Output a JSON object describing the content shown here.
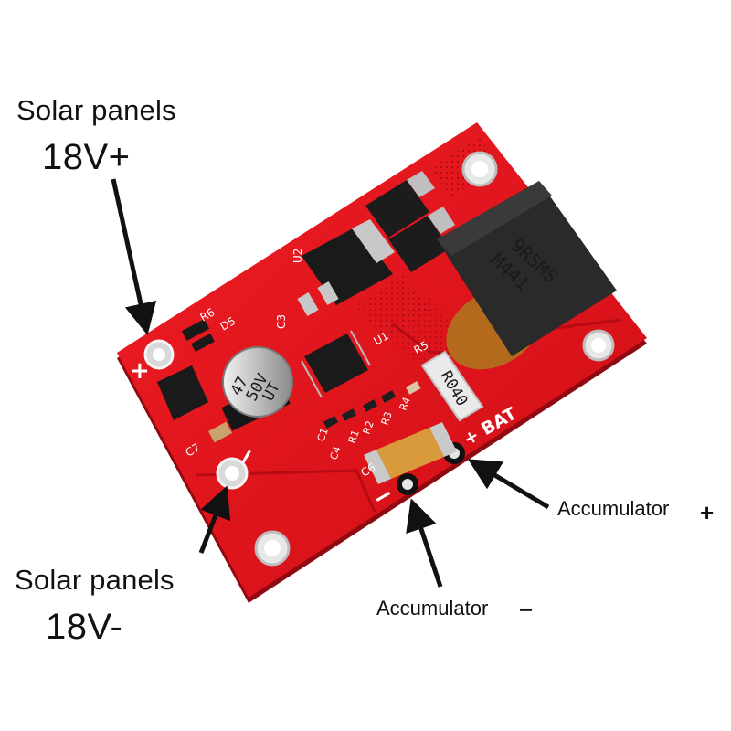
{
  "annotations": {
    "solar_plus_title": "Solar panels",
    "solar_plus_voltage": "18V+",
    "solar_minus_title": "Solar panels",
    "solar_minus_voltage": "18V-",
    "accumulator_plus_label": "Accumulator",
    "accumulator_plus_sign": "+",
    "accumulator_minus_label": "Accumulator",
    "accumulator_minus_sign": "−"
  },
  "board": {
    "color": "#e2101a",
    "silkscreen": {
      "plus": "+",
      "minus": "−",
      "bat": "+ BAT",
      "bat_minus": "−",
      "r6": "R6",
      "d5": "D5",
      "u2": "U2",
      "c3": "C3",
      "u1": "U1",
      "r5": "R5",
      "c7": "C7",
      "c6": "C6",
      "c4": "C4",
      "r1": "R1",
      "r2": "R2",
      "r3": "R3",
      "r4": "R4",
      "c1": "C1"
    },
    "components": {
      "inductor_marking_1": "9R5MS",
      "inductor_marking_2": "M441",
      "capacitor_marking_1": "47",
      "capacitor_marking_2": "50V",
      "capacitor_marking_3": "UT",
      "resistor_marking": "R040"
    }
  }
}
